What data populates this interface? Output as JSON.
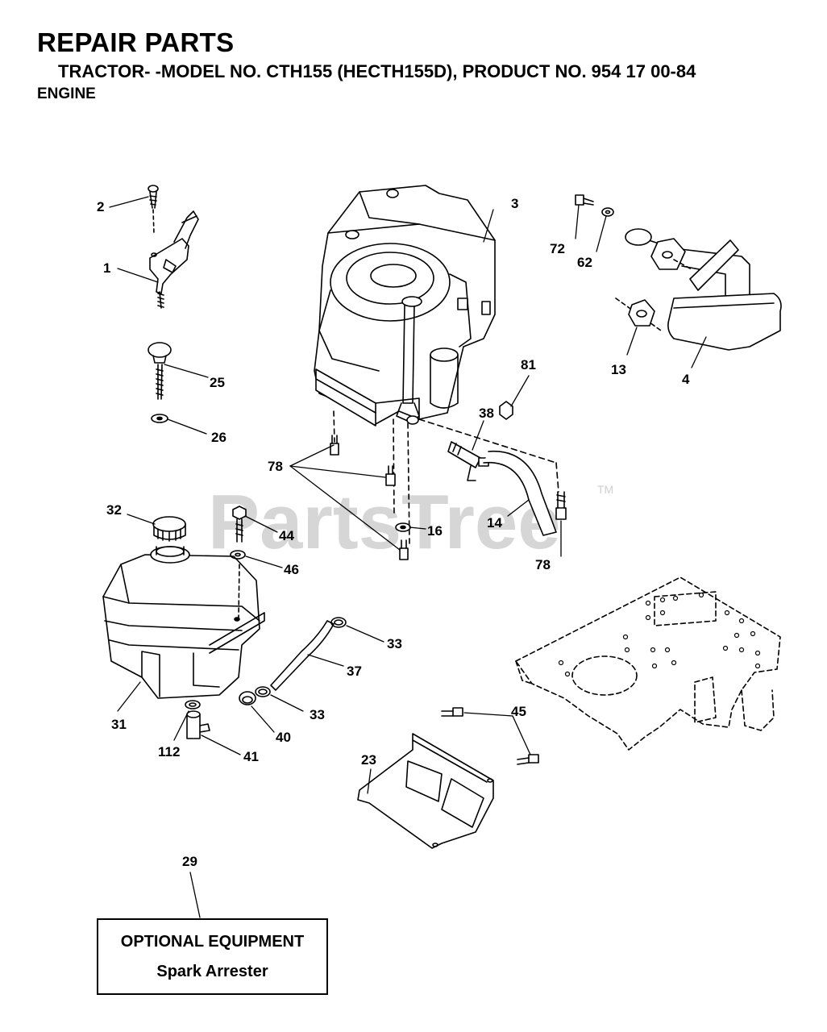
{
  "header": {
    "title": "REPAIR PARTS",
    "subtitle": "TRACTOR- -MODEL NO. CTH155 (HECTH155D), PRODUCT NO. 954 17 00-84",
    "section": "ENGINE"
  },
  "watermark": {
    "text": "PartsTree",
    "trademark": "TM"
  },
  "callouts": {
    "c1": "1",
    "c2": "2",
    "c3": "3",
    "c4": "4",
    "c13": "13",
    "c14": "14",
    "c16": "16",
    "c23": "23",
    "c25": "25",
    "c26": "26",
    "c29": "29",
    "c31": "31",
    "c32": "32",
    "c33a": "33",
    "c33b": "33",
    "c37": "37",
    "c38": "38",
    "c40": "40",
    "c41": "41",
    "c44": "44",
    "c45": "45",
    "c46": "46",
    "c62": "62",
    "c72": "72",
    "c78a": "78",
    "c78b": "78",
    "c81": "81",
    "c112": "112"
  },
  "optional_box": {
    "title": "OPTIONAL EQUIPMENT",
    "item": "Spark Arrester"
  },
  "colors": {
    "ink": "#000000",
    "watermark": "#d6d6d6",
    "background": "#ffffff"
  }
}
